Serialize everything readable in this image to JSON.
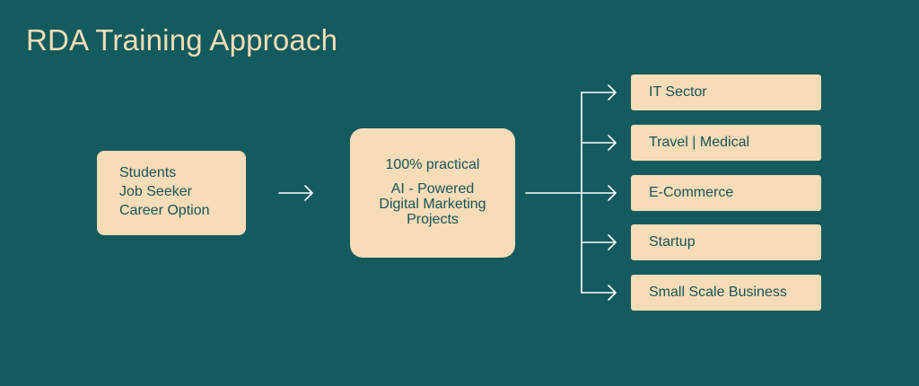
{
  "title": "RDA Training Approach",
  "source": {
    "lines": [
      "Students",
      "Job Seeker",
      "Career Option"
    ]
  },
  "center": {
    "headline": "100% practical",
    "lines": [
      "AI - Powered",
      "Digital Marketing",
      "Projects"
    ]
  },
  "targets": [
    "IT Sector",
    "Travel | Medical",
    "E-Commerce",
    "Startup",
    "Small Scale Business"
  ],
  "colors": {
    "background": "#135b5e",
    "box_fill": "#f6dcb7",
    "box_text": "#1a5356",
    "title_text": "#f4ddb6",
    "connector": "#ffffff"
  }
}
